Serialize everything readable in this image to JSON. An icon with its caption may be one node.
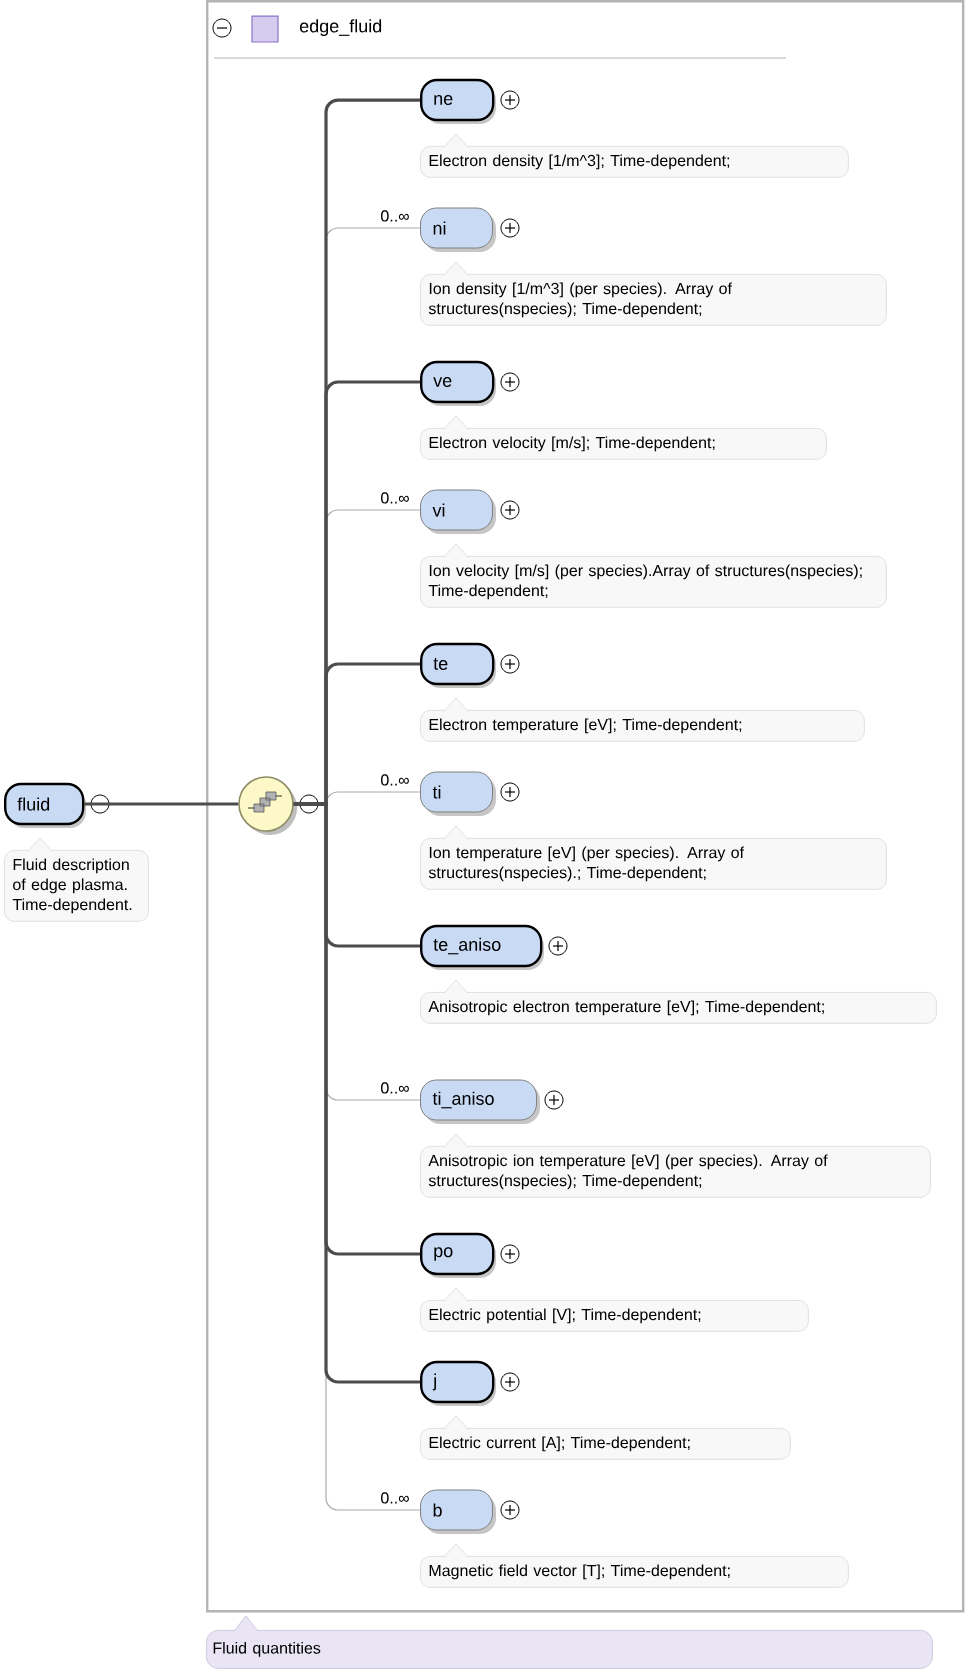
{
  "diagram": {
    "nodes": [
      {
        "text": [
          "fluid"
        ],
        "beside": [
          "Fluid description of edge plasma. Time-dependent."
        ]
      },
      {
        "text": [
          "edge_fluid"
        ],
        "beside": [
          "Fluid quantities"
        ]
      },
      {
        "text": [],
        "shape": "circle",
        "in": 1
      },
      {
        "text": [
          "ne"
        ],
        "in": 1,
        "beside": [
          "Electron density [1/m^3]; Time-dependent;"
        ]
      },
      {
        "text": [
          "ni"
        ],
        "in": 1,
        "beside": [
          "Ion density [1/m^3] (per species). Array of structures(nspecies); Time-dependent;"
        ]
      },
      {
        "text": [
          "ve"
        ],
        "in": 1,
        "beside": [
          "Electron velocity [m/s]; Time-dependent;"
        ]
      },
      {
        "text": [
          "vi"
        ],
        "in": 1,
        "beside": [
          "Ion velocity [m/s] (per species).Array of structures(nspecies); Time-dependent;"
        ]
      },
      {
        "text": [
          "te"
        ],
        "in": 1,
        "beside": [
          "Electron temperature [eV]; Time-dependent;"
        ]
      },
      {
        "text": [
          "ti"
        ],
        "in": 1,
        "beside": [
          "Ion temperature [eV] (per species). Array of structures(nspecies).; Time-dependent;"
        ]
      },
      {
        "text": [
          "te_aniso"
        ],
        "in": 1,
        "beside": [
          "Anisotropic electron temperature [eV]; Time-dependent;"
        ]
      },
      {
        "text": [
          "ti_aniso"
        ],
        "in": 1,
        "beside": [
          "Anisotropic ion temperature [eV] (per species). Array of structures(nspecies); Time-dependent;"
        ]
      },
      {
        "text": [
          "po"
        ],
        "in": 1,
        "beside": [
          "Electric potential [V]; Time-dependent;"
        ]
      },
      {
        "text": [
          "j"
        ],
        "in": 1,
        "beside": [
          "Electric current [A]; Time-dependent;"
        ]
      },
      {
        "text": [
          "b"
        ],
        "in": 1,
        "beside": [
          "Magnetic field vector [T]; Time-dependent;"
        ]
      }
    ],
    "edges": [
      {
        "from": 0,
        "to": 2,
        "arrow": "none"
      },
      {
        "from": 2,
        "to": 3,
        "arrow": "none"
      },
      {
        "from": 2,
        "to": 4,
        "arrow": "none",
        "label": "0..∞",
        "color": "#aaaaaa"
      },
      {
        "from": 2,
        "to": 5,
        "arrow": "none"
      },
      {
        "from": 2,
        "to": 6,
        "arrow": "none",
        "label": "0..∞",
        "color": "#aaaaaa"
      },
      {
        "from": 2,
        "to": 7,
        "arrow": "none"
      },
      {
        "from": 2,
        "to": 8,
        "arrow": "none",
        "label": "0..∞",
        "color": "#aaaaaa"
      },
      {
        "from": 2,
        "to": 9,
        "arrow": "none"
      },
      {
        "from": 2,
        "to": 10,
        "arrow": "none",
        "label": "0..∞",
        "color": "#aaaaaa"
      },
      {
        "from": 2,
        "to": 11,
        "arrow": "none"
      },
      {
        "from": 2,
        "to": 12,
        "arrow": "none"
      },
      {
        "from": 2,
        "to": 13,
        "arrow": "none",
        "label": "0..∞",
        "color": "#aaaaaa"
      }
    ]
  }
}
